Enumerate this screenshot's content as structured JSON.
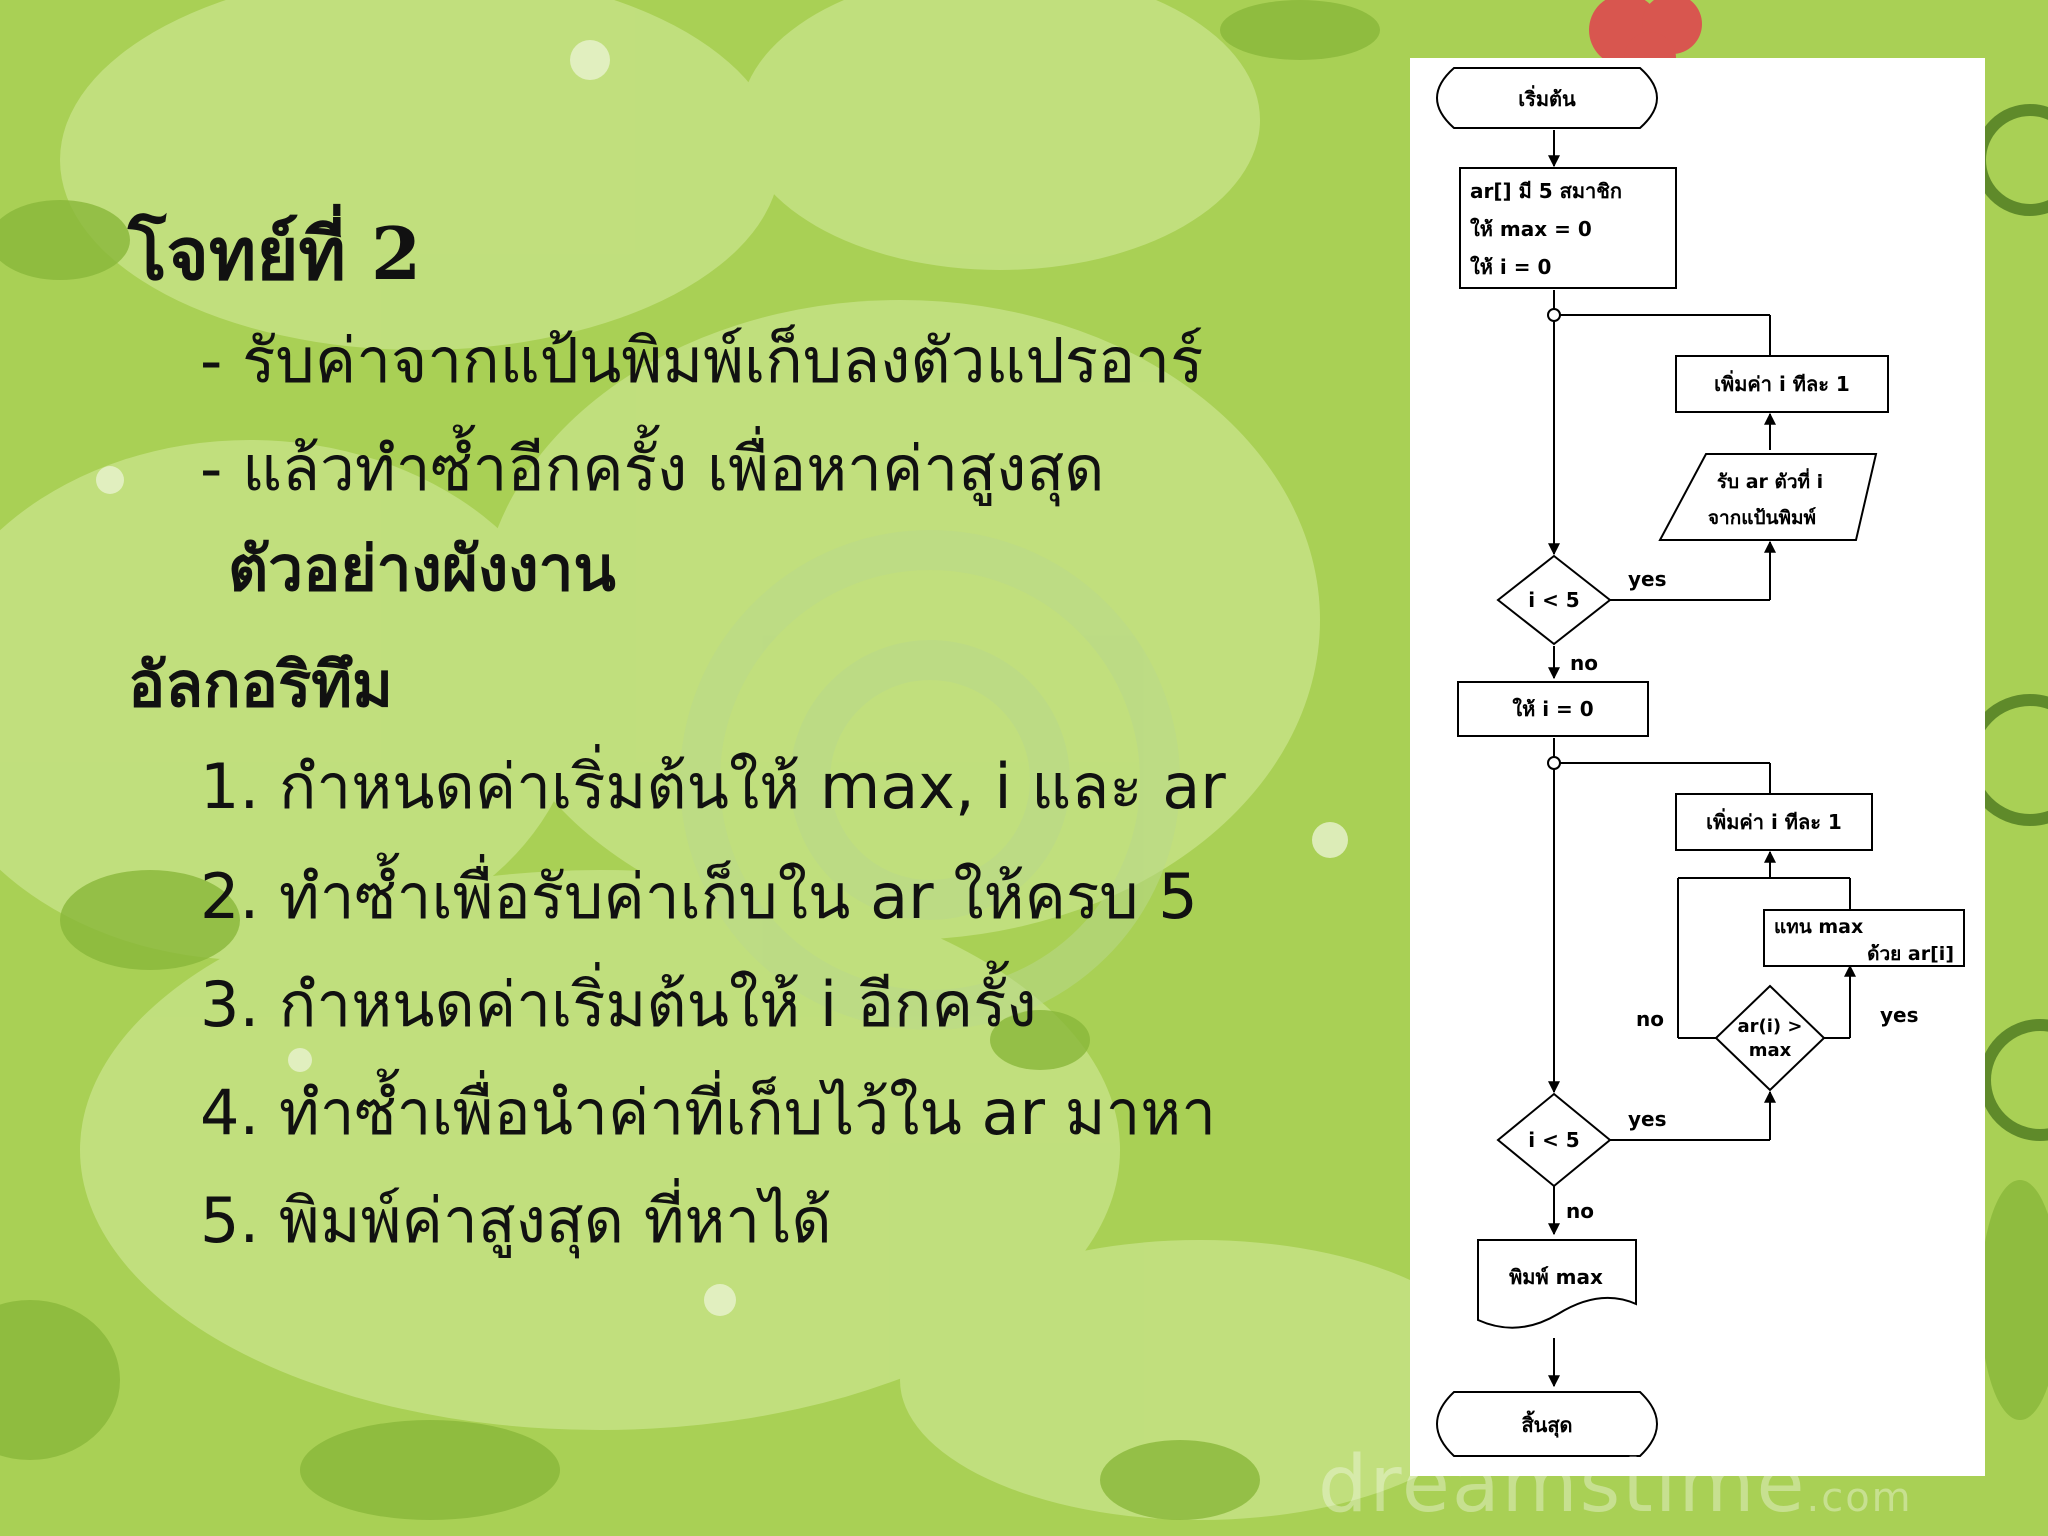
{
  "slide": {
    "title": "โจทย์ที่ 2",
    "task_lines": [
      "- รับค่าจากแป้นพิมพ์เก็บลงตัวแปรอาร์",
      "- แล้วทำซ้ำอีกครั้ง เพื่อหาค่าสูงสุด"
    ],
    "example_heading": "ตัวอย่างผังงาน",
    "algorithm_heading": "อัลกอริทึม",
    "steps": [
      "1. กำหนดค่าเริ่มต้นให้ max, i และ ar",
      "2. ทำซ้ำเพื่อรับค่าเก็บใน ar ให้ครบ 5",
      "3. กำหนดค่าเริ่มต้นให้ i อีกครั้ง",
      "4. ทำซ้ำเพื่อนำค่าที่เก็บไว้ใน ar มาหา",
      "5. พิมพ์ค่าสูงสุด ที่หาได้"
    ]
  },
  "flowchart": {
    "start": "เริ่มต้น",
    "init": [
      "ar[] มี 5 สมาชิก",
      "ให้ max = 0",
      "ให้ i = 0"
    ],
    "increment_1": "เพิ่มค่า i ทีละ 1",
    "input": [
      "รับ ar ตัวที่ i",
      "จากแป้นพิมพ์"
    ],
    "condition_1": "i < 5",
    "yes_1": "yes",
    "no_1": "no",
    "reset_i": "ให้ i = 0",
    "increment_2": "เพิ่มค่า i ทีละ 1",
    "replace": [
      "แทน max",
      "ด้วย ar[i]"
    ],
    "compare": [
      "ar(i) >",
      "max"
    ],
    "compare_no": "no",
    "compare_yes": "yes",
    "condition_2": "i < 5",
    "yes_2": "yes",
    "no_2": "no",
    "print": "พิมพ์ max",
    "end": "สิ้นสุด"
  },
  "watermark": {
    "main": "dreamstime",
    "suffix": ".com"
  }
}
